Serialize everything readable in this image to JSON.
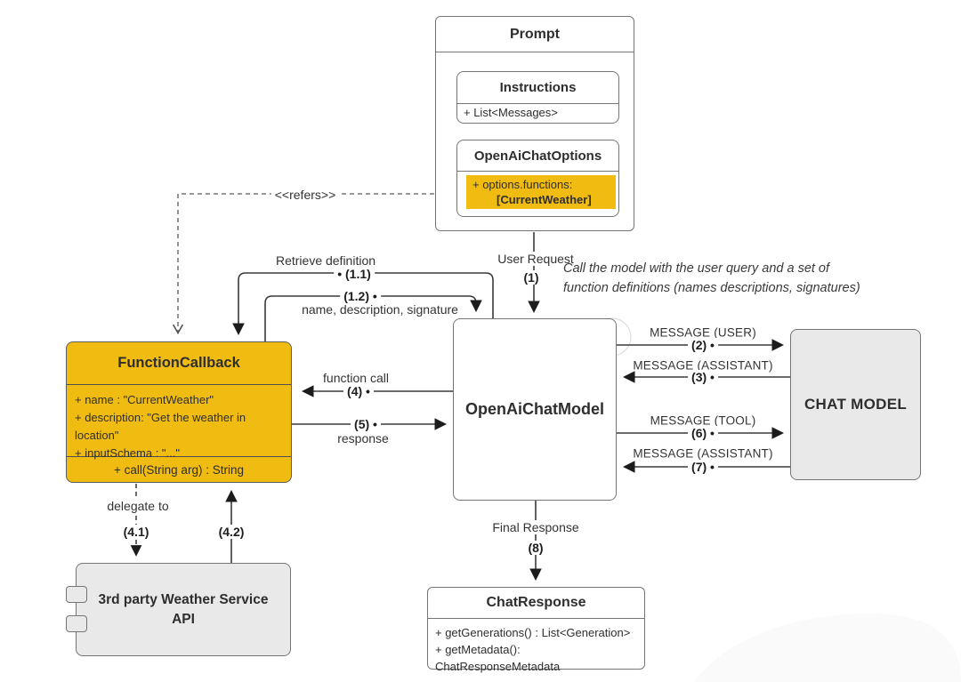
{
  "diagram": {
    "colors": {
      "highlight_yellow": "#F1BC11",
      "box_gray": "#E9E9E9",
      "border_gray": "#757575",
      "line_dark": "#3A3A3A"
    },
    "prompt_box": {
      "title": "Prompt",
      "instructions": {
        "title": "Instructions",
        "attr": "+ List<Messages>"
      },
      "chat_options": {
        "title": "OpenAiChatOptions",
        "attr_line1": "+ options.functions:",
        "attr_line2": "[CurrentWeather]"
      }
    },
    "function_callback": {
      "title": "FunctionCallback",
      "attrs": [
        "+ name : \"CurrentWeather\"",
        "+ description: \"Get the weather in location\"",
        "+ inputSchema : \"...\""
      ],
      "method": "+ call(String arg) : String"
    },
    "open_ai_chat_model": {
      "title": "OpenAiChatModel"
    },
    "chat_model": {
      "title": "CHAT MODEL"
    },
    "weather_api": {
      "line1": "3rd party Weather Service",
      "line2": "API"
    },
    "chat_response": {
      "title": "ChatResponse",
      "attrs": [
        "+ getGenerations() : List<Generation>",
        "+ getMetadata(): ChatResponseMetadata"
      ]
    },
    "labels": {
      "refers": "<<refers>>",
      "user_request": "User Request",
      "step1": "(1)",
      "annotation_line1": "Call the model with the user query and a set of",
      "annotation_line2": "function definitions (names descriptions, signatures)",
      "retrieve_definition": "Retrieve definition",
      "step11": "• (1.1)",
      "step12": "(1.2) •",
      "name_desc_sig": "name, description, signature",
      "function_call": "function call",
      "step4": "(4) •",
      "step5": "(5) •",
      "response": "response",
      "msg_user": "MESSAGE (USER)",
      "step2": "(2) •",
      "msg_assistant_3": "MESSAGE (ASSISTANT)",
      "step3": "(3) •",
      "msg_tool": "MESSAGE (TOOL)",
      "step6": "(6) •",
      "msg_assistant_7": "MESSAGE (ASSISTANT)",
      "step7": "(7) •",
      "delegate_to": "delegate to",
      "step41": "(4.1)",
      "step42": "(4.2)",
      "final_response": "Final Response",
      "step8": "(8)"
    }
  }
}
